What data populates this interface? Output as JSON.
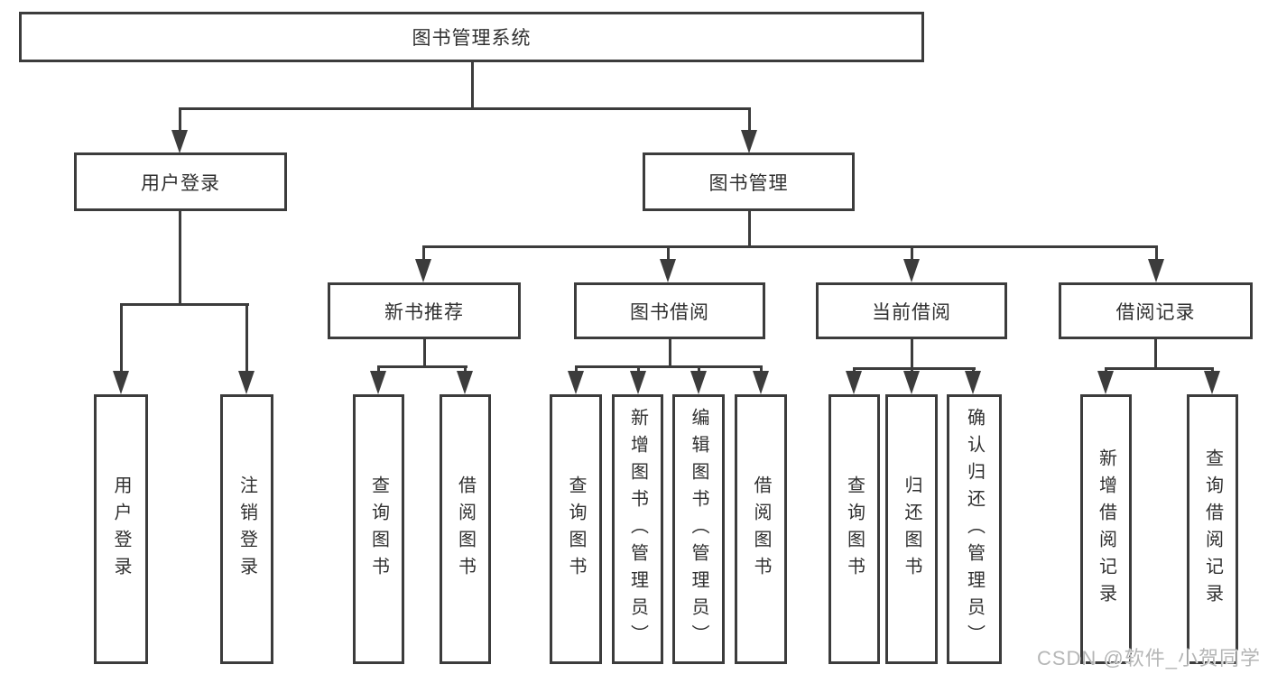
{
  "tree": {
    "root": {
      "label": "图书管理系统"
    },
    "branches": [
      {
        "label": "用户登录",
        "children": [
          {
            "label": "用户登录"
          },
          {
            "label": "注销登录"
          }
        ]
      },
      {
        "label": "图书管理",
        "children": [
          {
            "label": "新书推荐",
            "children": [
              {
                "label": "查询图书"
              },
              {
                "label": "借阅图书"
              }
            ]
          },
          {
            "label": "图书借阅",
            "children": [
              {
                "label": "查询图书"
              },
              {
                "label": "新增图书（管理员）"
              },
              {
                "label": "编辑图书（管理员）"
              },
              {
                "label": "借阅图书"
              }
            ]
          },
          {
            "label": "当前借阅",
            "children": [
              {
                "label": "查询图书"
              },
              {
                "label": "归还图书"
              },
              {
                "label": "确认归还（管理员）"
              }
            ]
          },
          {
            "label": "借阅记录",
            "children": [
              {
                "label": "新增借阅记录"
              },
              {
                "label": "查询借阅记录"
              }
            ]
          }
        ]
      }
    ]
  },
  "watermark": {
    "text": "CSDN @软件_小贺同学"
  },
  "colors": {
    "line": "#3c3c3c",
    "box_border": "#3c3c3c",
    "box_fill": "#ffffff",
    "text": "#303030",
    "watermark": "#b5b6b6",
    "background": "#ffffff"
  }
}
